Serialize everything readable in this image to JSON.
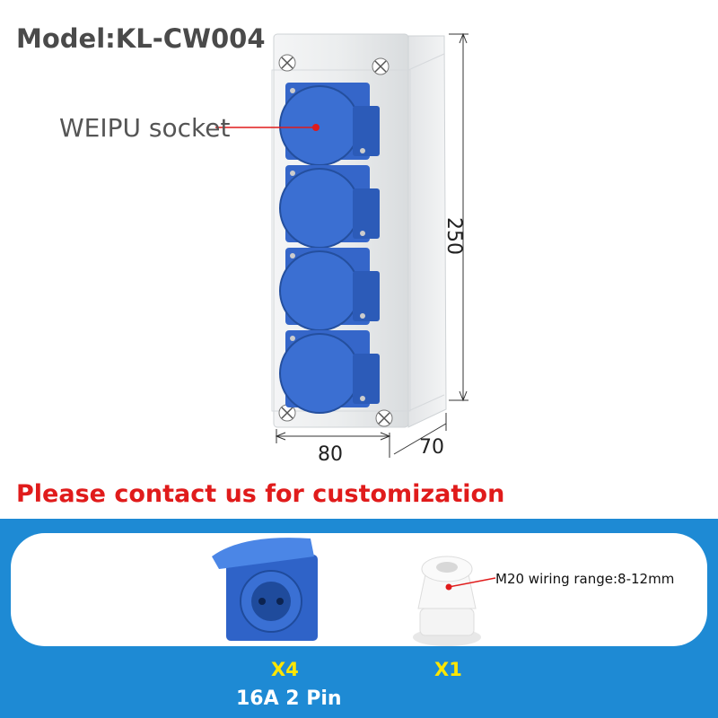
{
  "header": {
    "model": "Model:KL-CW004"
  },
  "callout": {
    "socket_label": "WEIPU socket"
  },
  "dimensions": {
    "height": "250",
    "width": "80",
    "depth": "70"
  },
  "notice": {
    "contact": "Please contact us for customization"
  },
  "accessories": {
    "socket": {
      "quantity": "X4",
      "spec": "16A 2 Pin"
    },
    "gland": {
      "quantity": "X1",
      "label": "M20 wiring range:8-12mm"
    }
  },
  "colors": {
    "socket_blue": "#2f63c8",
    "box_grey": "#eceeef",
    "band_blue": "#1e8ad4",
    "notice_red": "#e01b1b",
    "quantity_yellow": "#ffe600"
  }
}
